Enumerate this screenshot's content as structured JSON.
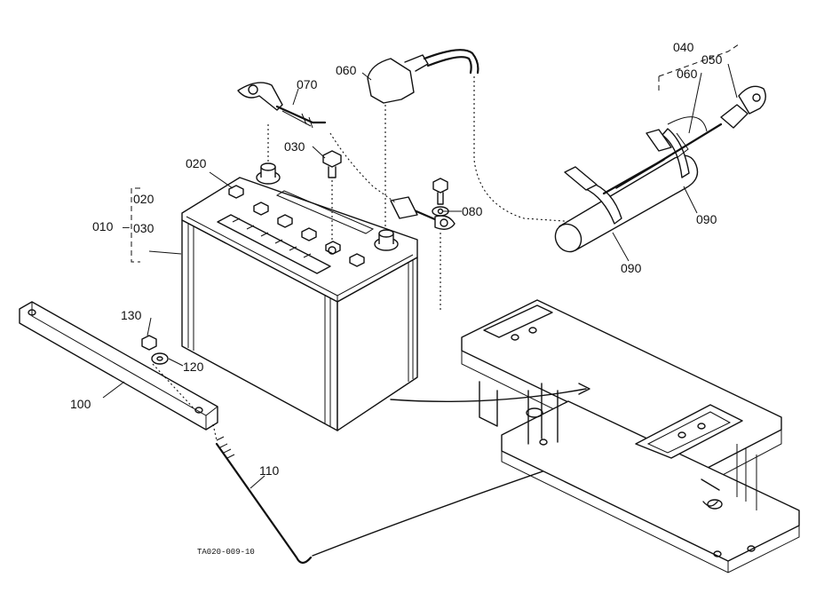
{
  "labels": {
    "p010": "010",
    "p020_group": "020",
    "p030_group": "030",
    "p020": "020",
    "p030": "030",
    "p040": "040",
    "p050": "050",
    "p060_left": "060",
    "p060_right": "060",
    "p070": "070",
    "p080": "080",
    "p090_upper": "090",
    "p090_lower": "090",
    "p100": "100",
    "p110": "110",
    "p120": "120",
    "p130": "130"
  },
  "drawing_code": "TA020-009-10"
}
